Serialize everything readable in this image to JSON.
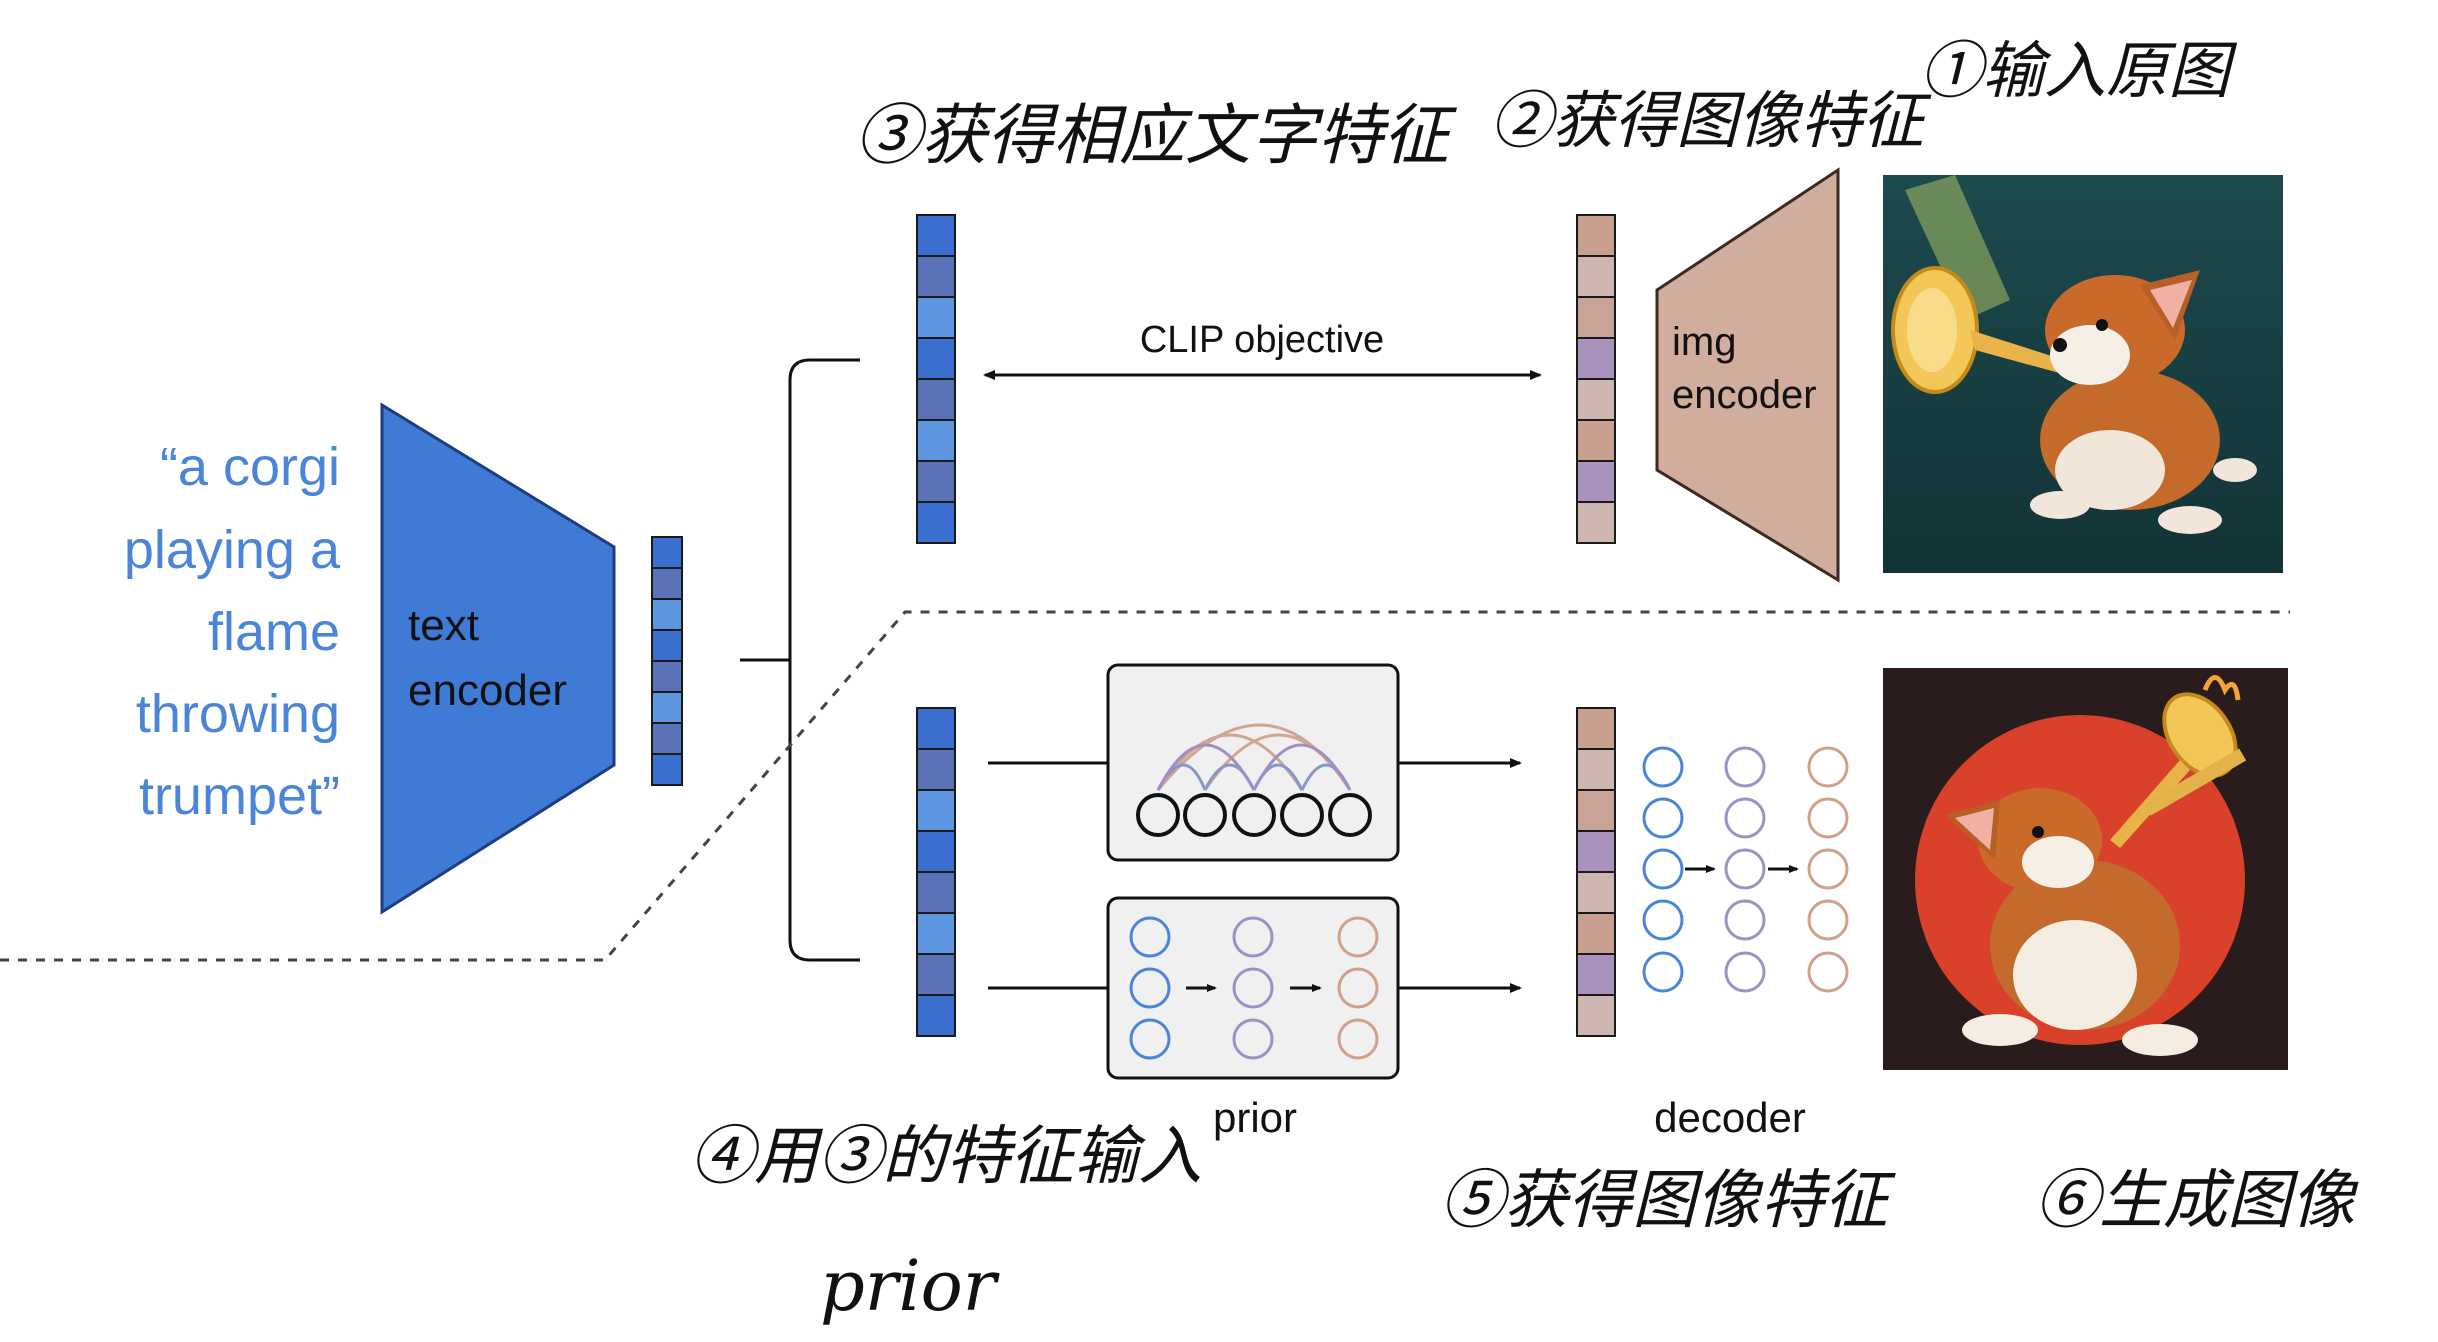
{
  "prompt_text": {
    "lines": [
      "“a corgi",
      "playing a",
      "flame",
      "throwing",
      "trumpet”"
    ],
    "color": "#4a85d9"
  },
  "text_encoder": {
    "line1": "text",
    "line2": "encoder",
    "color": "#3e7ad6"
  },
  "img_encoder": {
    "line1": "img",
    "line2": "encoder",
    "color": "#d1ad9d"
  },
  "clip_objective_label": "CLIP objective",
  "prior_label": "prior",
  "decoder_label": "decoder",
  "annotations": {
    "step1": "①输入原图",
    "step2": "②获得图像特征",
    "step3": "③获得相应文字特征",
    "step4_line1": "④用③的特征输入",
    "step4_line2": "prior",
    "step5": "⑤获得图像特征",
    "step6": "⑥生成图像"
  },
  "colors": {
    "blue_vec": [
      "#3a6fd0",
      "#5a73b8",
      "#5e97e0",
      "#3a6fd0",
      "#5a73b8",
      "#5e97e0",
      "#5a73b8",
      "#3a6fd0"
    ],
    "brown_vec": [
      "#c8a090",
      "#cdb6b0",
      "#c9a496",
      "#a992bb",
      "#cdb6b0",
      "#c8a090",
      "#a992bb",
      "#cdb6b0"
    ],
    "image_bg_top": "#1d4a4d",
    "image_bg_bottom": "#2a1b1c",
    "sun": "#d9412a"
  },
  "icons": [
    "corgi-trumpet-image-icon",
    "corgi-trombone-image-icon"
  ]
}
